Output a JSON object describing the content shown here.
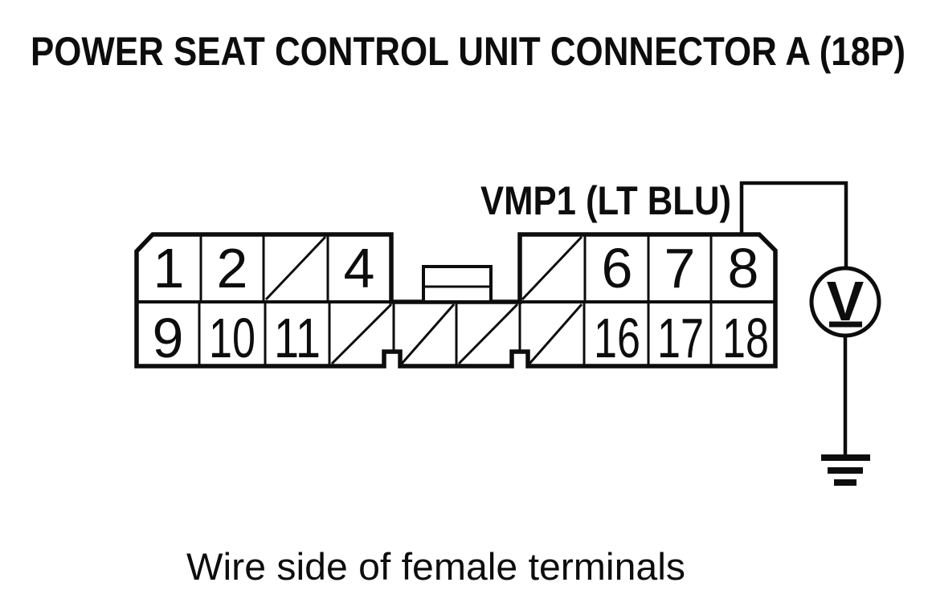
{
  "title": "POWER SEAT CONTROL UNIT CONNECTOR A (18P)",
  "wire_label": "VMP1 (LT BLU)",
  "caption": "Wire side of female terminals",
  "colors": {
    "ink": "#0d0d0d",
    "paper": "#ffffff"
  },
  "connector": {
    "pin_labels": {
      "1": "1",
      "2": "2",
      "4": "4",
      "6": "6",
      "7": "7",
      "8": "8",
      "9": "9",
      "10": "10",
      "11": "11",
      "16": "16",
      "17": "17",
      "18": "18"
    }
  },
  "meter": {
    "symbol": "V"
  }
}
